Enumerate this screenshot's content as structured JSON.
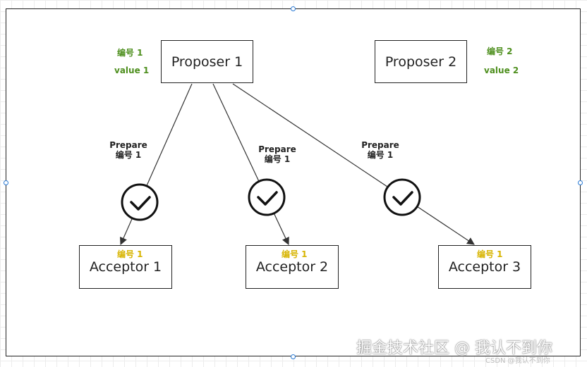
{
  "proposers": [
    {
      "label": "Proposer 1",
      "number": "编号 1",
      "value": "value 1"
    },
    {
      "label": "Proposer 2",
      "number": "编号 2",
      "value": "value 2"
    }
  ],
  "acceptors": [
    {
      "label": "Acceptor 1",
      "number": "编号 1"
    },
    {
      "label": "Acceptor 2",
      "number": "编号 1"
    },
    {
      "label": "Acceptor 3",
      "number": "编号 1"
    }
  ],
  "messages": [
    {
      "type": "Prepare",
      "number": "编号 1",
      "accepted": true
    },
    {
      "type": "Prepare",
      "number": "编号 1",
      "accepted": true
    },
    {
      "type": "Prepare",
      "number": "编号 1",
      "accepted": true
    }
  ],
  "watermark": "掘金技术社区 @ 我认不到你",
  "csdn_watermark": "CSDN @我认不到你",
  "colors": {
    "number": "#4e8f1e",
    "value": "#4e8f1e",
    "acceptor_number": "#d7b400",
    "line": "#222222",
    "handle": "#2a7bd6"
  }
}
